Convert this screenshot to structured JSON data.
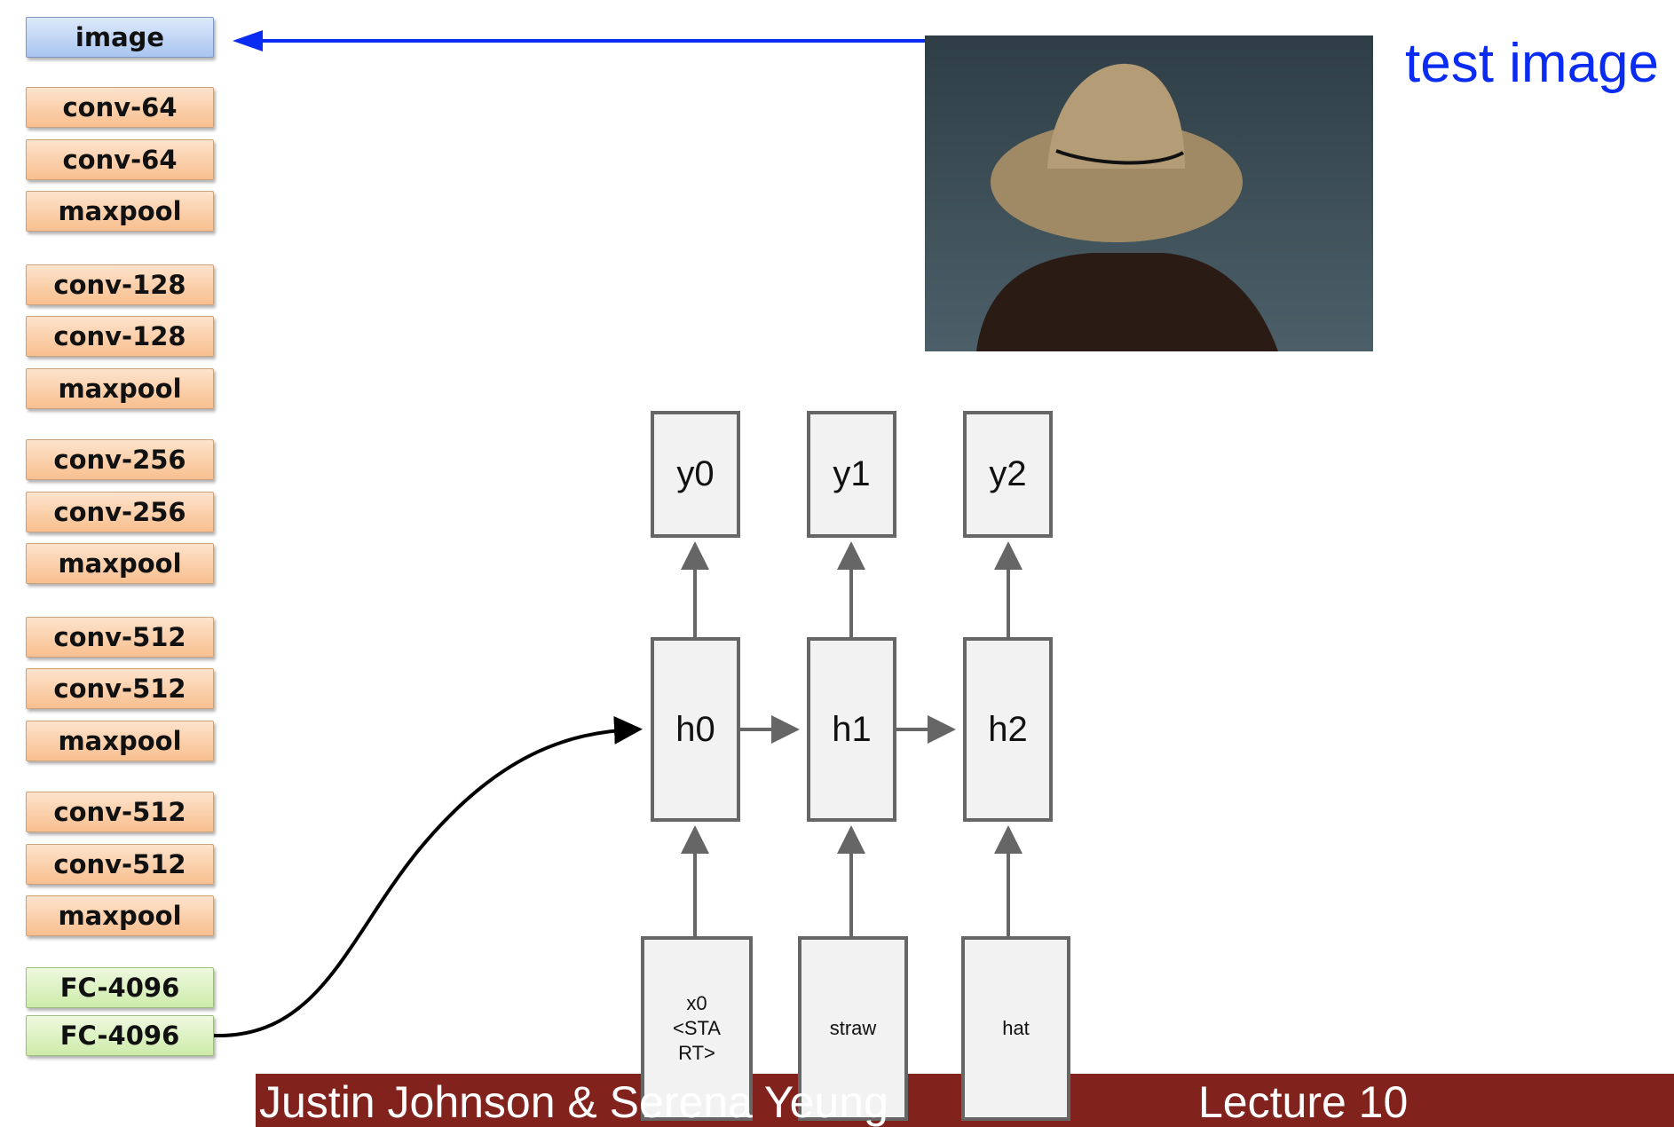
{
  "cnn_layers": [
    "image",
    "conv-64",
    "conv-64",
    "maxpool",
    "conv-128",
    "conv-128",
    "maxpool",
    "conv-256",
    "conv-256",
    "maxpool",
    "conv-512",
    "conv-512",
    "maxpool",
    "conv-512",
    "conv-512",
    "maxpool",
    "FC-4096",
    "FC-4096"
  ],
  "test_image_label": "test image",
  "outputs": [
    "y0",
    "y1",
    "y2"
  ],
  "hidden": [
    "h0",
    "h1",
    "h2"
  ],
  "inputs": [
    "x0\n<STA\nRT>",
    "straw",
    "hat"
  ],
  "footer": {
    "authors": "Justin Johnson & Serena Yeung",
    "lecture": "Lecture 10"
  },
  "colors": {
    "arrow_blue": "#0a2cf2",
    "footer": "#82221d",
    "box_border": "#666666"
  }
}
